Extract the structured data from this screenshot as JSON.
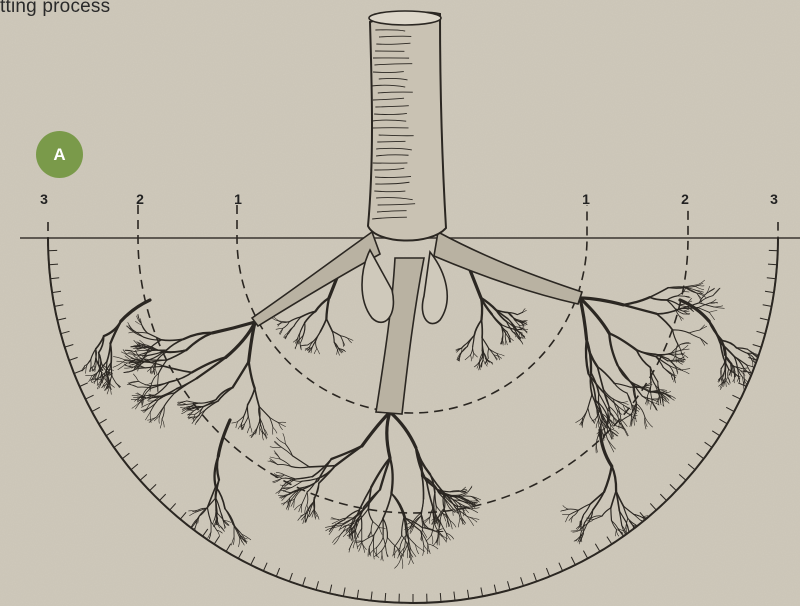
{
  "caption": "tting process",
  "badge": {
    "label": "A"
  },
  "zones": {
    "left": [
      "3",
      "2",
      "1"
    ],
    "right": [
      "1",
      "2",
      "3"
    ]
  },
  "colors": {
    "background": "#cfc9bb",
    "ink": "#2b2722",
    "badge": "#7a9a4a"
  }
}
